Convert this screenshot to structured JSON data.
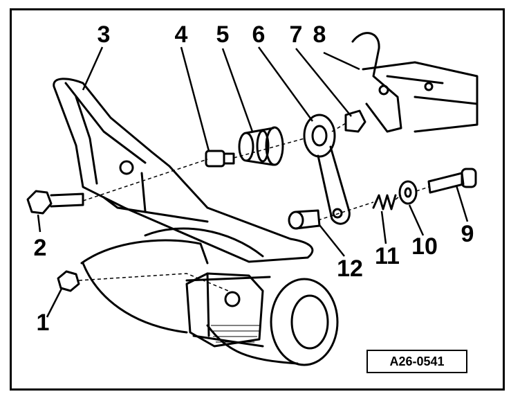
{
  "callouts": {
    "n1": "1",
    "n2": "2",
    "n3": "3",
    "n4": "4",
    "n5": "5",
    "n6": "6",
    "n7": "7",
    "n8": "8",
    "n9": "9",
    "n10": "10",
    "n11": "11",
    "n12": "12"
  },
  "reference_code": "A26-0541",
  "colors": {
    "ink": "#000000",
    "paper": "#ffffff",
    "shade": "#8a8a8a"
  }
}
